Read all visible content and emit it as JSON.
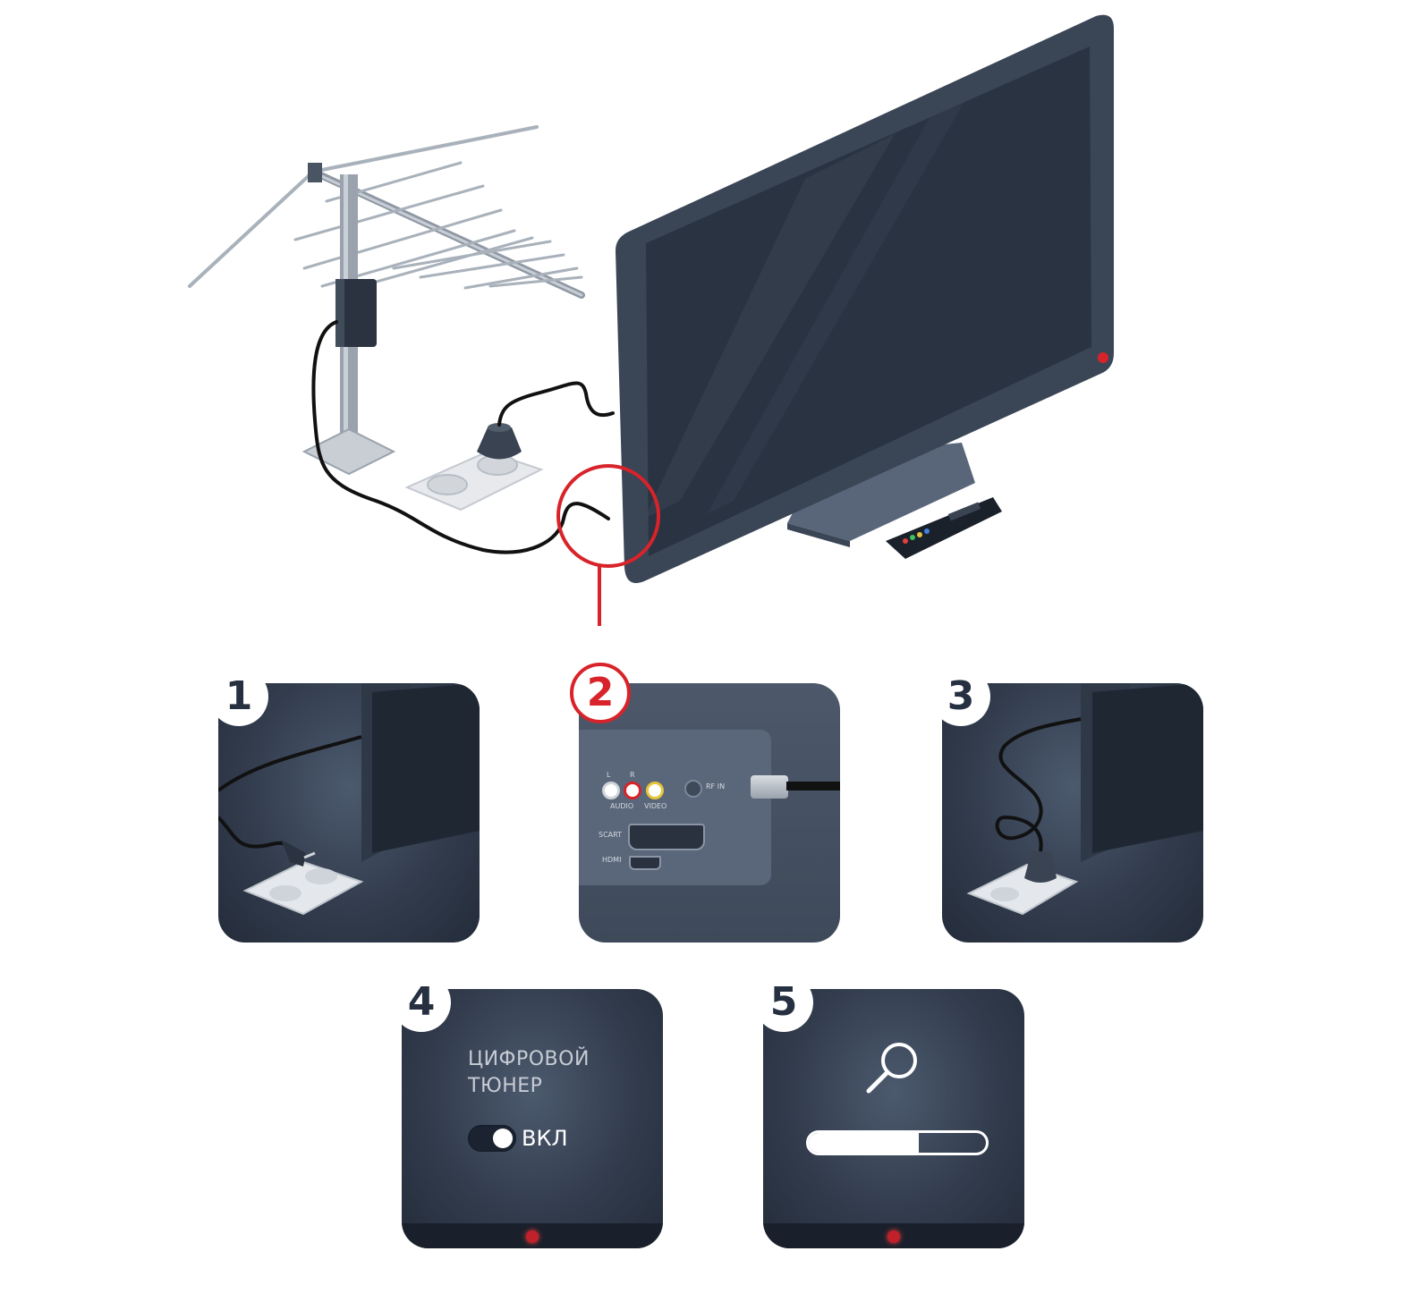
{
  "steps": {
    "s1": {
      "number": "1"
    },
    "s2": {
      "number": "2"
    },
    "s3": {
      "number": "3"
    },
    "s4": {
      "number": "4",
      "tuner_line1": "ЦИФРОВОЙ",
      "tuner_line2": "ТЮНЕР",
      "toggle_label": "ВКЛ"
    },
    "s5": {
      "number": "5",
      "scan_progress": 0.62
    }
  },
  "ports": {
    "l": "L",
    "r": "R",
    "audio": "AUDIO",
    "video": "VIDEO",
    "rf_in": "RF IN",
    "scart": "SCART",
    "hdmi": "HDMI"
  },
  "colors": {
    "accent_red": "#d8232a",
    "tile_dark": "#323c4d",
    "tv_body": "#3a4556",
    "cable": "#111111"
  }
}
